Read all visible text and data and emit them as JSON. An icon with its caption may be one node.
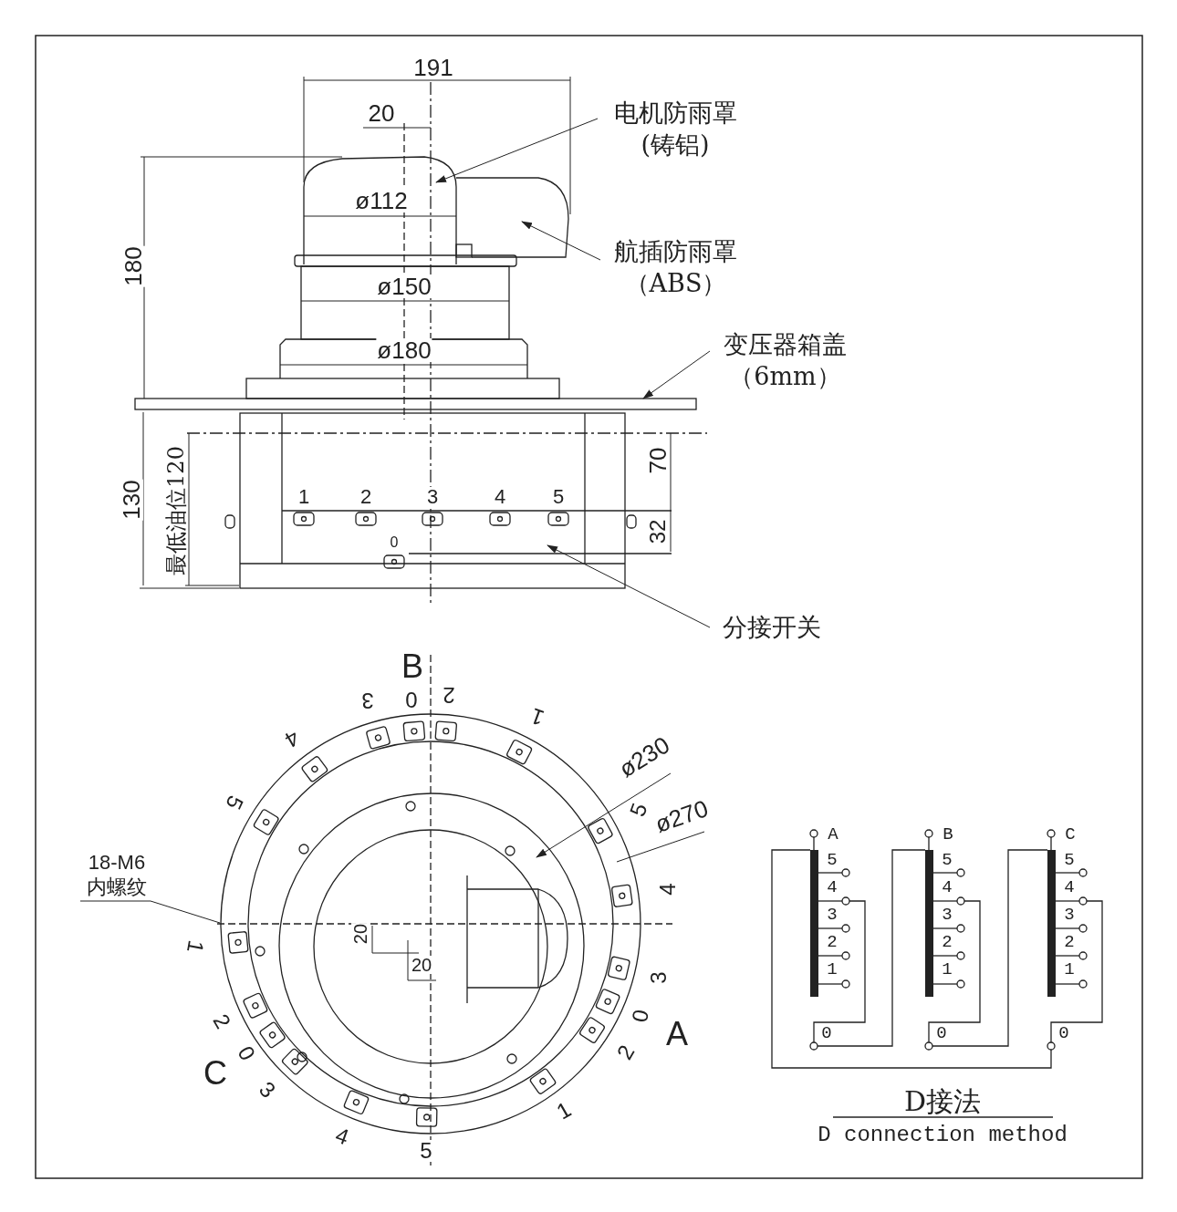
{
  "diagram": {
    "nodes": [
      {
        "text": [
          "电机防雨罩",
          "(铸铝)"
        ]
      },
      {
        "text": [
          "航插防雨罩",
          "（ABS）"
        ]
      },
      {
        "text": [
          "变压器箱盖",
          "（6mm）"
        ]
      },
      {
        "text": [
          "分接开关"
        ]
      },
      {
        "text": [
          "18-M6",
          "内螺纹"
        ]
      }
    ],
    "edges": [
      {
        "from": 0,
        "to": null,
        "arrow": "to"
      },
      {
        "from": 1,
        "to": null,
        "arrow": "to"
      },
      {
        "from": 2,
        "to": null,
        "arrow": "to"
      },
      {
        "from": 3,
        "to": null,
        "arrow": "to"
      },
      {
        "from": 4,
        "to": null,
        "arrow": "none"
      }
    ],
    "labels": [
      "191",
      "20",
      "ø112",
      "180",
      "ø150",
      "ø180",
      "130",
      "最低油位120",
      "70",
      "32",
      "1",
      "2",
      "3",
      "4",
      "5",
      "0",
      "B",
      "3",
      "0",
      "2",
      "1",
      "4",
      "5",
      "ø230",
      "5",
      "ø270",
      "4",
      "1",
      "20",
      "20",
      "3",
      "2",
      "0",
      "A",
      "0",
      "2",
      "C",
      "3",
      "1",
      "4",
      "5",
      "A",
      "5",
      "4",
      "3",
      "2",
      "1",
      "0",
      "B",
      "5",
      "4",
      "3",
      "2",
      "1",
      "0",
      "C",
      "5",
      "4",
      "3",
      "2",
      "1",
      "0",
      "D接法",
      "D connection method"
    ]
  }
}
